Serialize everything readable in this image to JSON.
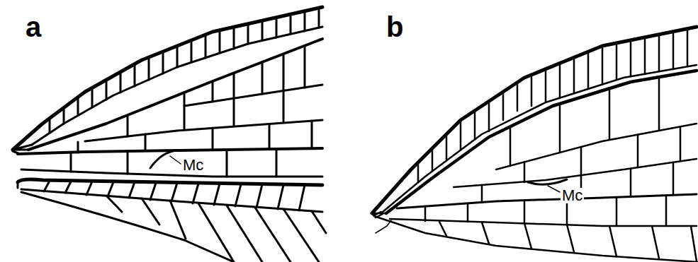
{
  "diagram": {
    "labels": [
      "a",
      "b",
      "Mc",
      "Mc"
    ]
  }
}
